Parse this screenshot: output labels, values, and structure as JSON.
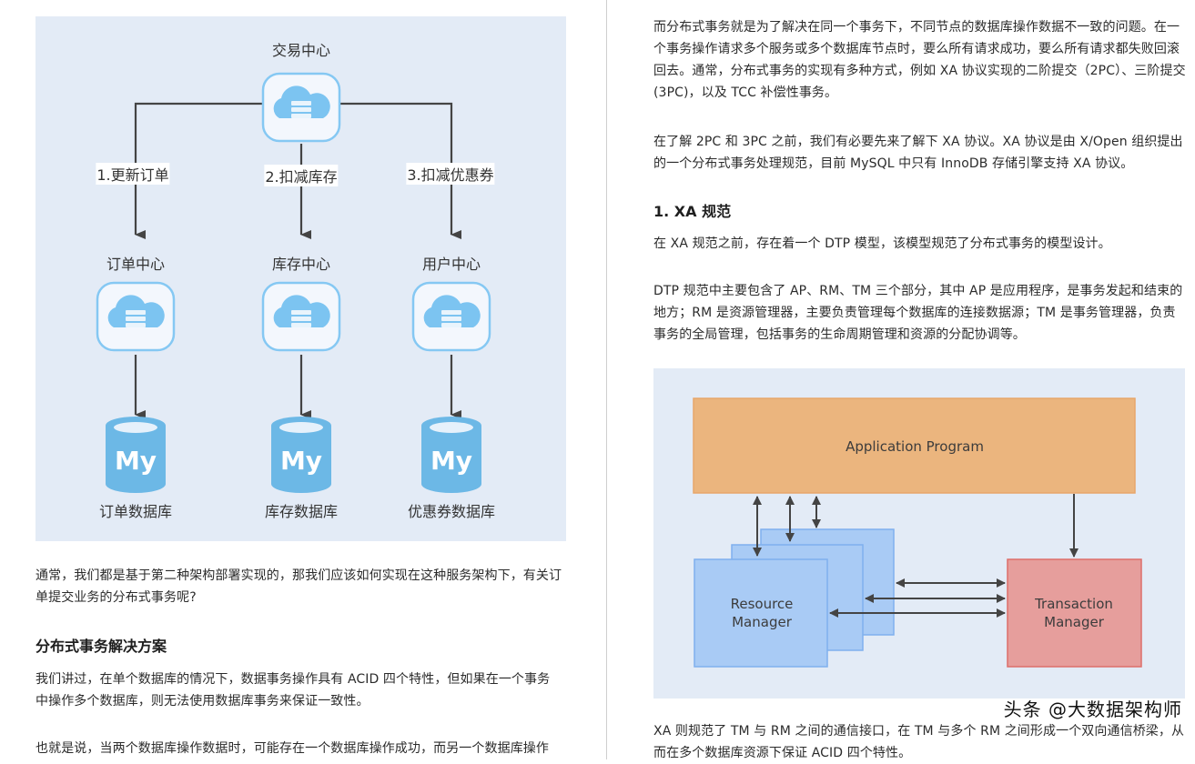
{
  "left_page": {
    "figure1": {
      "top_node": "交易中心",
      "steps": [
        "1.更新订单",
        "2.扣减库存",
        "3.扣减优惠券"
      ],
      "services": [
        "订单中心",
        "库存中心",
        "用户中心"
      ],
      "databases": [
        "订单数据库",
        "库存数据库",
        "优惠券数据库"
      ],
      "db_logo_text": "My",
      "colors": {
        "background": "#e3ebf6",
        "icon_blue": "#7dc4f1",
        "db_blue": "#6cb8e6",
        "line": "#444444"
      }
    },
    "para1": "通常，我们都是基于第二种架构部署实现的，那我们应该如何实现在这种服务架构下，有关订单提交业务的分布式事务呢?",
    "heading": "分布式事务解决方案",
    "para2": "我们讲过，在单个数据库的情况下，数据事务操作具有 ACID 四个特性，但如果在一个事务中操作多个数据库，则无法使用数据库事务来保证一致性。",
    "para3": "也就是说，当两个数据库操作数据时，可能存在一个数据库操作成功，而另一个数据库操作"
  },
  "right_page": {
    "para1": "而分布式事务就是为了解决在同一个事务下，不同节点的数据库操作数据不一致的问题。在一个事务操作请求多个服务或多个数据库节点时，要么所有请求成功，要么所有请求都失败回滚回去。通常，分布式事务的实现有多种方式，例如 XA 协议实现的二阶提交（2PC）、三阶提交 (3PC)，以及 TCC 补偿性事务。",
    "para2": "在了解 2PC 和 3PC 之前，我们有必要先来了解下 XA 协议。XA 协议是由 X/Open 组织提出的一个分布式事务处理规范，目前 MySQL 中只有 InnoDB 存储引擎支持 XA 协议。",
    "heading": "1. XA 规范",
    "para3": "在 XA 规范之前，存在着一个 DTP 模型，该模型规范了分布式事务的模型设计。",
    "para4": "DTP 规范中主要包含了 AP、RM、TM 三个部分，其中 AP 是应用程序，是事务发起和结束的地方；RM 是资源管理器，主要负责管理每个数据库的连接数据源；TM 是事务管理器，负责事务的全局管理，包括事务的生命周期管理和资源的分配协调等。",
    "figure2": {
      "app_label": "Application Program",
      "rm_label_line1": "Resource",
      "rm_label_line2": "Manager",
      "tm_label_line1": "Transaction",
      "tm_label_line2": "Manager",
      "colors": {
        "background": "#e3ebf6",
        "app": "#ebb57e",
        "rm": "#a9cbf5",
        "tm": "#e69e9c",
        "line": "#444444"
      }
    },
    "para5": "XA 则规范了 TM 与 RM 之间的通信接口，在 TM 与多个 RM 之间形成一个双向通信桥梁，从而在多个数据库资源下保证 ACID 四个特性。"
  },
  "watermark": "头条 @大数据架构师"
}
